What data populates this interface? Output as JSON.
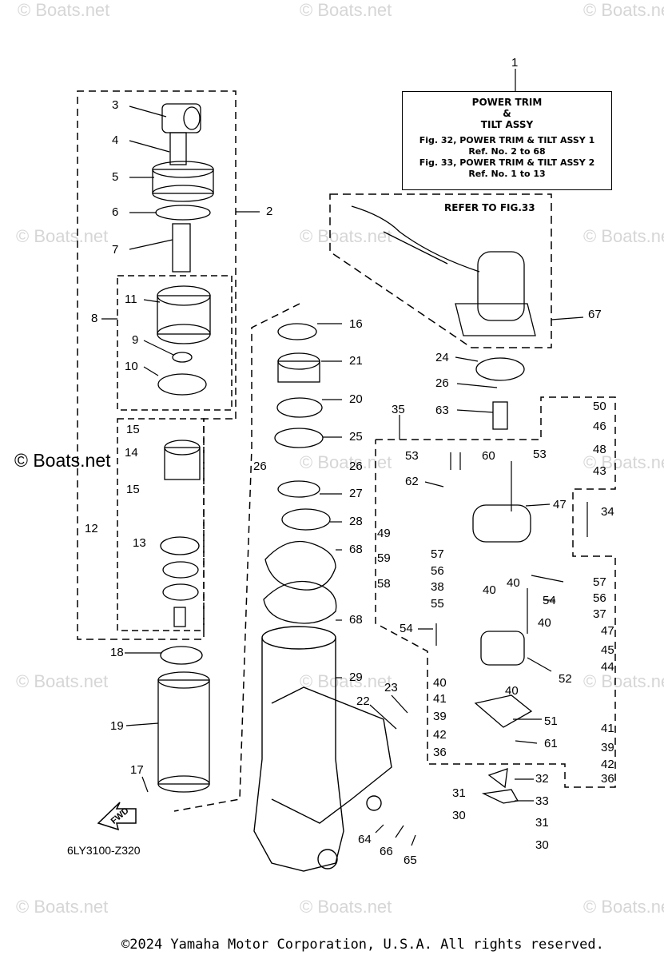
{
  "watermark": "© Boats.net",
  "brand_mark": "© Boats.net",
  "info_box": {
    "title_lines": [
      "POWER TRIM",
      "&",
      "TILT ASSY"
    ],
    "lines": [
      "Fig. 32, POWER TRIM & TILT ASSY 1",
      "Ref. No. 2 to 68",
      "Fig. 33, POWER TRIM & TILT ASSY 2",
      "Ref. No. 1 to 13"
    ]
  },
  "refer_note": "REFER TO FIG.33",
  "fwd_label": "FWD",
  "diagram_code": "6LY3100-Z320",
  "copyright": "©2024 Yamaha Motor Corporation, U.S.A. All rights reserved.",
  "callouts": [
    "1",
    "2",
    "3",
    "4",
    "5",
    "6",
    "7",
    "8",
    "9",
    "10",
    "11",
    "12",
    "13",
    "14",
    "15",
    "15",
    "16",
    "17",
    "18",
    "19",
    "20",
    "21",
    "22",
    "23",
    "24",
    "25",
    "26",
    "26",
    "26",
    "27",
    "28",
    "29",
    "30",
    "30",
    "31",
    "31",
    "32",
    "33",
    "34",
    "35",
    "36",
    "36",
    "37",
    "38",
    "39",
    "39",
    "40",
    "40",
    "40",
    "40",
    "40",
    "41",
    "41",
    "42",
    "42",
    "43",
    "44",
    "45",
    "46",
    "47",
    "47",
    "48",
    "49",
    "50",
    "51",
    "52",
    "53",
    "53",
    "54",
    "54",
    "55",
    "56",
    "56",
    "57",
    "57",
    "58",
    "59",
    "60",
    "61",
    "62",
    "63",
    "64",
    "65",
    "66",
    "67",
    "68",
    "68"
  ],
  "colors": {
    "line": "#000000",
    "watermark": "#d6d6d6",
    "background": "#ffffff"
  }
}
